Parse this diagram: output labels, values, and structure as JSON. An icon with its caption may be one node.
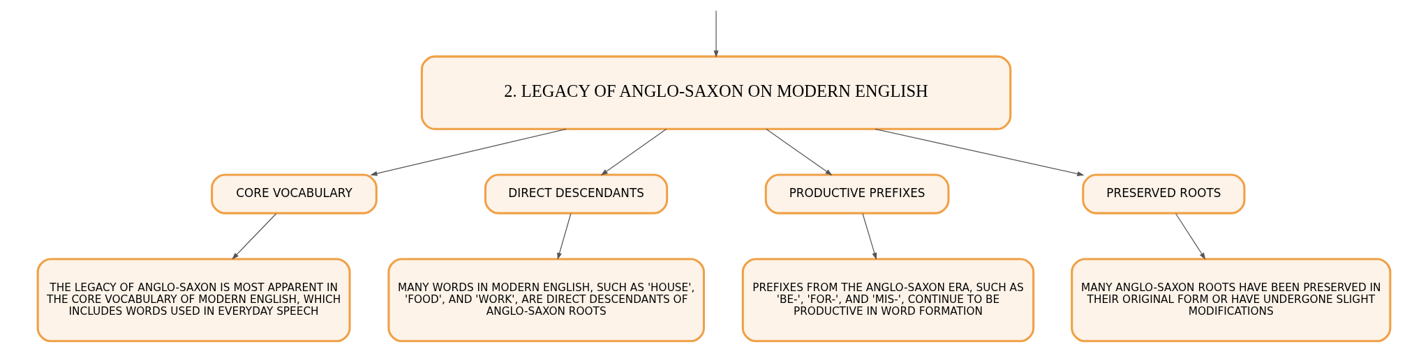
{
  "diagram": {
    "nodes": [
      {
        "text": [
          "2. LEGACY OF ANGLO-SAXON ON MODERN ENGLISH"
        ]
      },
      {
        "text": [
          "CORE VOCABULARY"
        ]
      },
      {
        "text": [
          "DIRECT DESCENDANTS"
        ]
      },
      {
        "text": [
          "PRODUCTIVE PREFIXES"
        ]
      },
      {
        "text": [
          "PRESERVED ROOTS"
        ]
      },
      {
        "text": [
          "THE LEGACY OF ANGLO-SAXON IS MOST APPARENT IN THE CORE VOCABULARY OF MODERN ENGLISH, WHICH INCLUDES WORDS USED IN EVERYDAY SPEECH"
        ]
      },
      {
        "text": [
          "MANY WORDS IN MODERN ENGLISH, SUCH AS 'HOUSE', 'FOOD', AND 'WORK', ARE DIRECT DESCENDANTS OF ANGLO-SAXON ROOTS"
        ]
      },
      {
        "text": [
          "PREFIXES FROM THE ANGLO-SAXON ERA, SUCH AS 'BE-', 'FOR-', AND 'MIS-', CONTINUE TO BE PRODUCTIVE IN WORD FORMATION"
        ]
      },
      {
        "text": [
          "MANY ANGLO-SAXON ROOTS HAVE BEEN PRESERVED IN THEIR ORIGINAL FORM OR HAVE UNDERGONE SLIGHT MODIFICATIONS"
        ]
      }
    ],
    "edges": [
      {
        "from": null,
        "to": 0,
        "arrow": "to"
      },
      {
        "from": 0,
        "to": 1,
        "arrow": "to"
      },
      {
        "from": 0,
        "to": 2,
        "arrow": "to"
      },
      {
        "from": 0,
        "to": 3,
        "arrow": "to"
      },
      {
        "from": 0,
        "to": 4,
        "arrow": "to"
      },
      {
        "from": 1,
        "to": 5,
        "arrow": "to"
      },
      {
        "from": 2,
        "to": 6,
        "arrow": "to"
      },
      {
        "from": 3,
        "to": 7,
        "arrow": "to"
      },
      {
        "from": 4,
        "to": 8,
        "arrow": "to"
      }
    ]
  }
}
